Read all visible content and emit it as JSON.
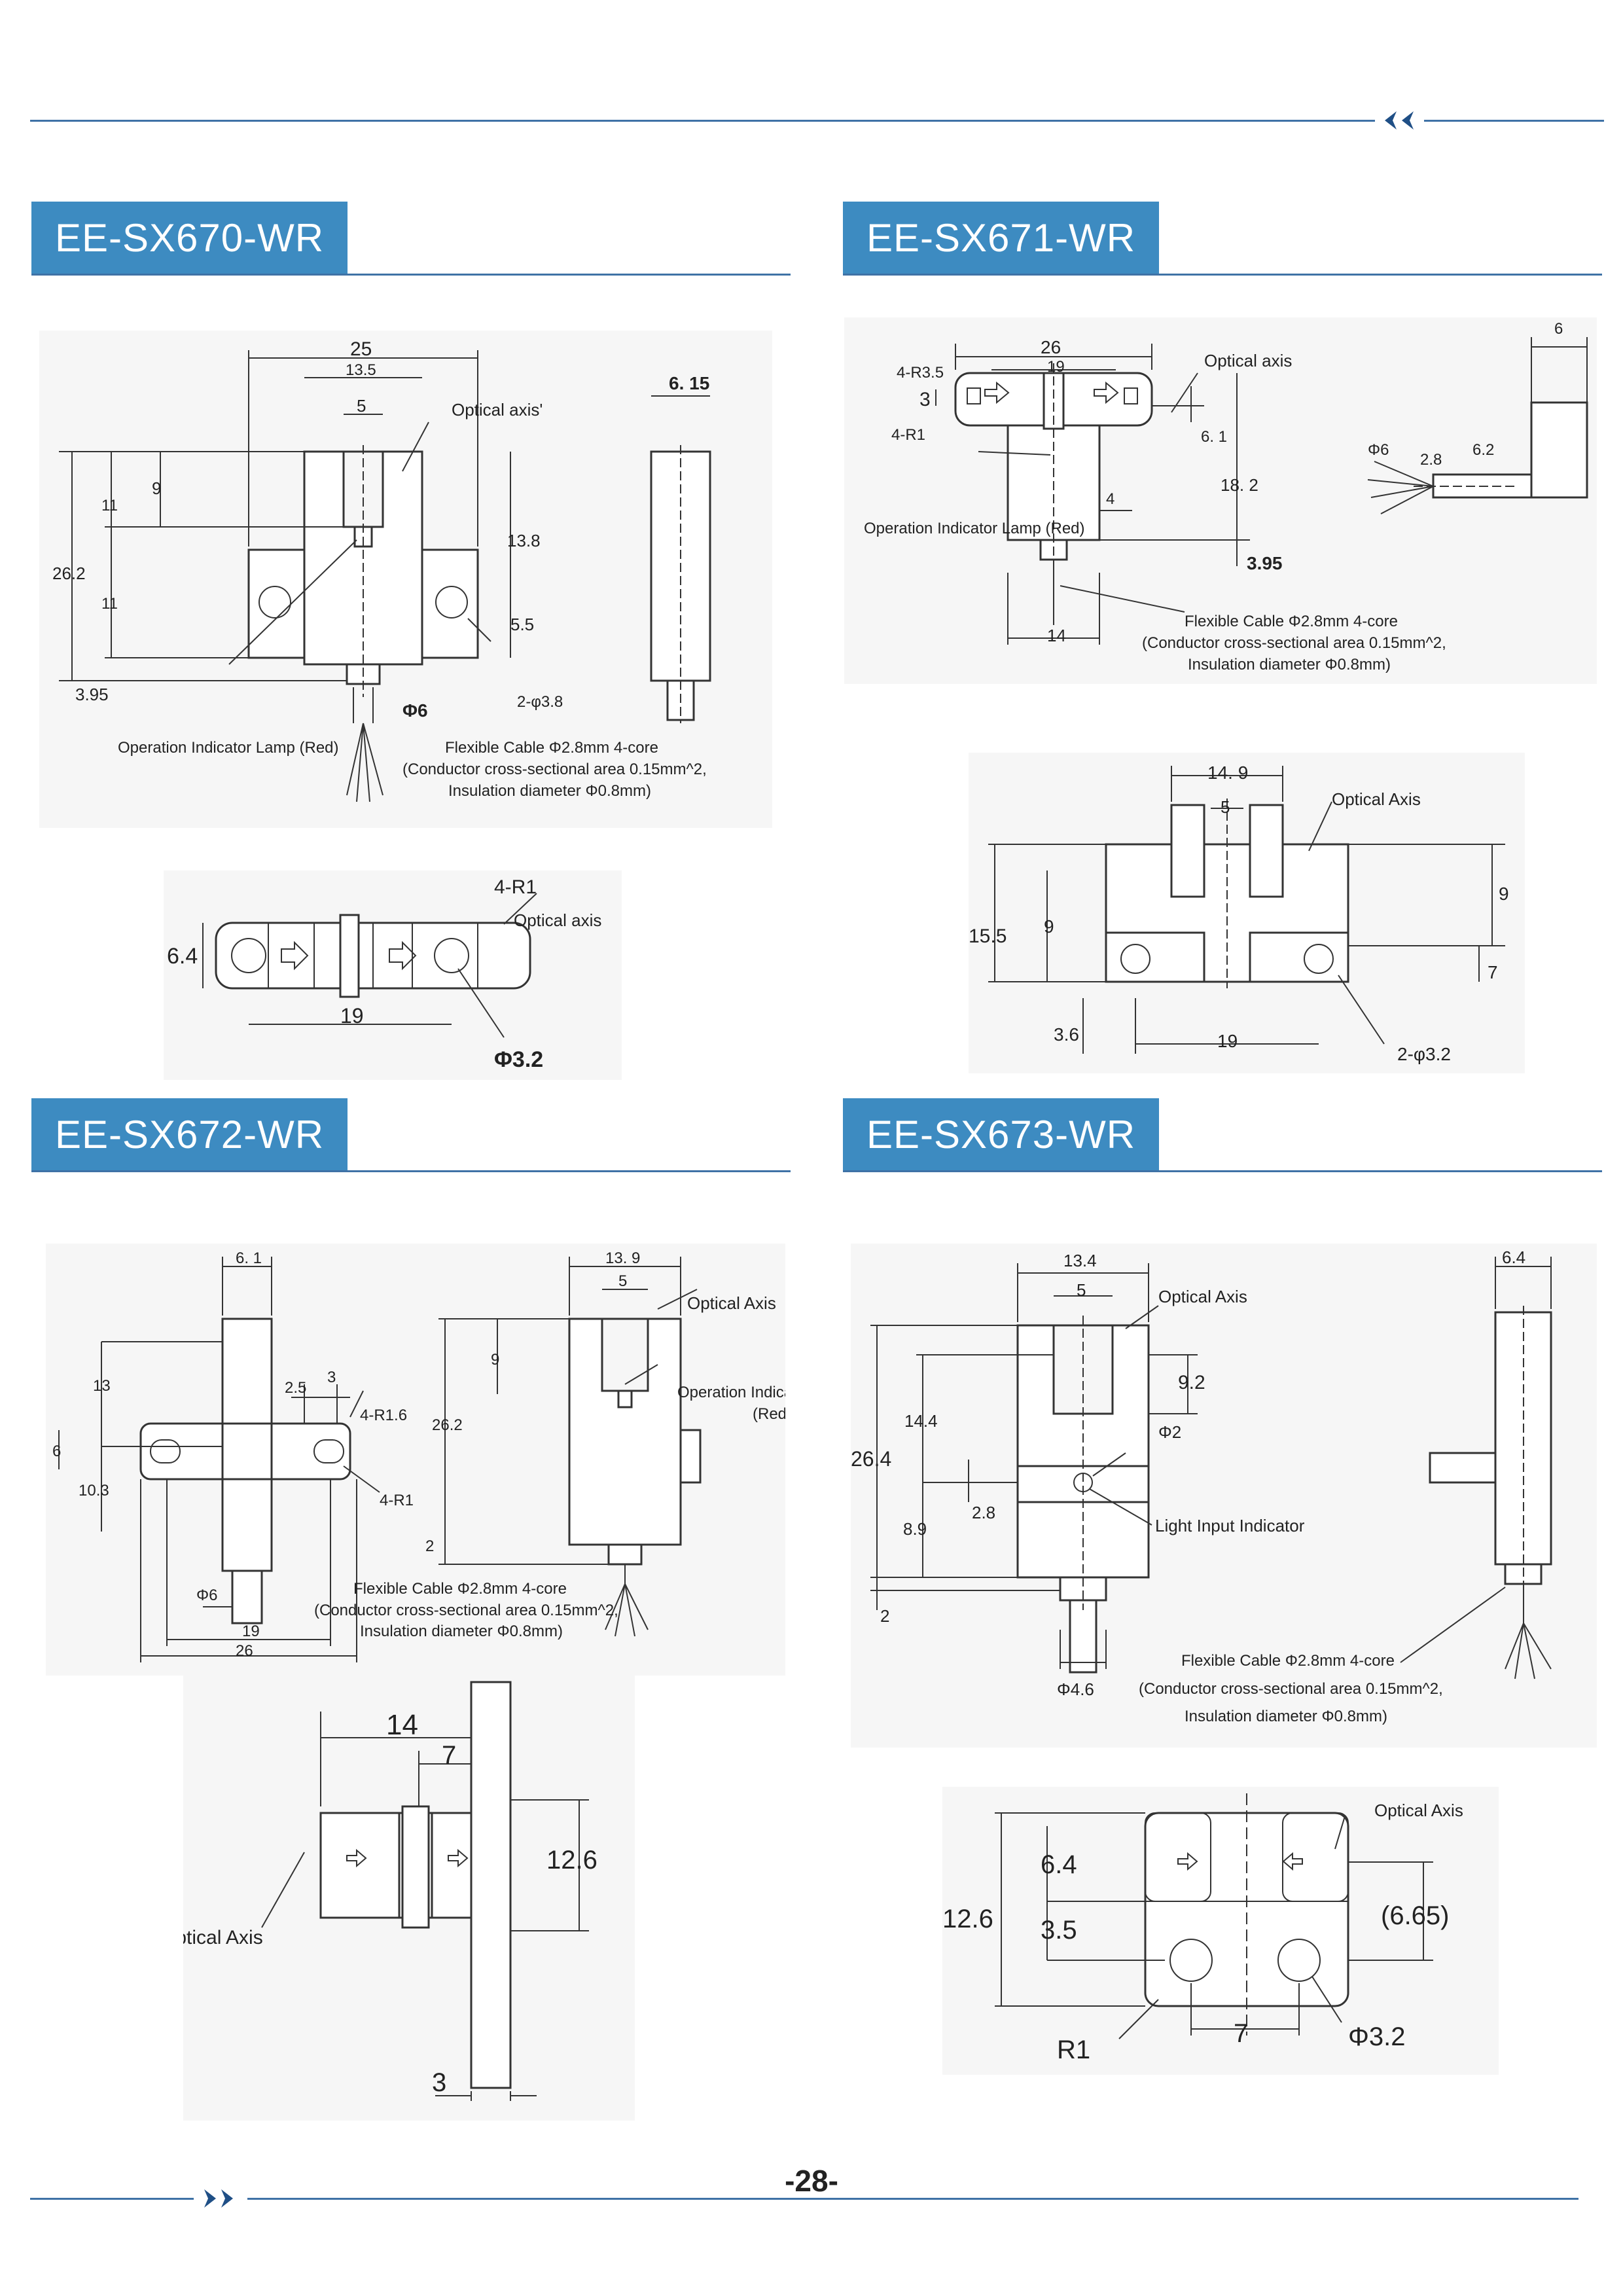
{
  "sections": {
    "s670": {
      "title": "EE-SX670-WR",
      "labels": {
        "d25": "25",
        "d13_5": "13.5",
        "d5": "5",
        "d9": "9",
        "d11a": "11",
        "d26_2": "26.2",
        "d11b": "11",
        "d13_8": "13.8",
        "d5_5": "5.5",
        "d3_95": "3.95",
        "dphi6": "Φ6",
        "d2phi38": "2-φ3.8",
        "d6_15": "6. 15",
        "optical_axis": "Optical axis'",
        "lamp": "Operation Indicator Lamp (Red)",
        "cable1": "Flexible Cable Φ2.8mm 4-core",
        "cable2": "(Conductor cross-sectional area 0.15mm^2,",
        "cable3": "Insulation diameter Φ0.8mm)",
        "b_4r1": "4-R1",
        "b_optical": "Optical axis",
        "b_6_4": "6.4",
        "b_19": "19",
        "b_phi32": "Φ3.2"
      }
    },
    "s671": {
      "title": "EE-SX671-WR",
      "labels": {
        "d26": "26",
        "d19": "19",
        "r35": "4-R3.5",
        "d3": "3",
        "r1": "4-R1",
        "d6_1": "6. 1",
        "d18_2": "18. 2",
        "d4": "4",
        "d3_95": "3.95",
        "d14": "14",
        "optical_axis": "Optical axis",
        "lamp": "Operation Indicator Lamp (Red)",
        "cable1": "Flexible Cable Φ2.8mm 4-core",
        "cable2": "(Conductor cross-sectional area 0.15mm^2,",
        "cable3": "Insulation diameter Φ0.8mm)",
        "side_6": "6",
        "side_phi6": "Φ6",
        "side_2_8": "2.8",
        "side_6_2": "6.2",
        "b_14_9": "14. 9",
        "b_5": "5",
        "b_optical": "Optical Axis",
        "b_15_5": "15.5",
        "b_9a": "9",
        "b_9b": "9",
        "b_7": "7",
        "b_3_6": "3.6",
        "b_19": "19",
        "b_2phi32": "2-φ3.2"
      }
    },
    "s672": {
      "title": "EE-SX672-WR",
      "labels": {
        "d6_1": "6. 1",
        "d13": "13",
        "d2_5": "2.5",
        "d3": "3",
        "r16": "4-R1.6",
        "d6": "6",
        "d10_3": "10.3",
        "r1": "4-R1",
        "dphi6": "Φ6",
        "d19": "19",
        "d26": "26",
        "d13_9": "13. 9",
        "d5": "5",
        "d9": "9",
        "d26_2": "26.2",
        "d2": "2",
        "optical_axis": "Optical Axis",
        "lamp1": "Operation Indicator Lamp",
        "lamp2": "(Red)",
        "cable1": "Flexible Cable Φ2.8mm 4-core",
        "cable2": "(Conductor cross-sectional area 0.15mm^2,",
        "cable3": "Insulation diameter Φ0.8mm)",
        "b_14": "14",
        "b_7": "7",
        "b_12_6": "12.6",
        "b_3": "3",
        "b_optical": "Optical Axis"
      }
    },
    "s673": {
      "title": "EE-SX673-WR",
      "labels": {
        "d13_4": "13.4",
        "d5": "5",
        "d9_2": "9.2",
        "d14_4": "14.4",
        "d26_4": "26.4",
        "dphi2": "Φ2",
        "d8_9": "8.9",
        "d2_8": "2.8",
        "d2": "2",
        "dphi46": "Φ4.6",
        "d6_4": "6.4",
        "optical_axis": "Optical Axis",
        "light_input": "Light Input Indicator",
        "cable1": "Flexible Cable Φ2.8mm 4-core",
        "cable2": "(Conductor cross-sectional area 0.15mm^2,",
        "cable3": "Insulation diameter Φ0.8mm)",
        "b_12_6": "12.6",
        "b_6_4": "6.4",
        "b_3_5": "3.5",
        "b_6_65": "(6.65)",
        "b_r1": "R1",
        "b_7": "7",
        "b_phi32": "Φ3.2",
        "b_optical": "Optical Axis"
      }
    }
  },
  "page_number": "-28-"
}
